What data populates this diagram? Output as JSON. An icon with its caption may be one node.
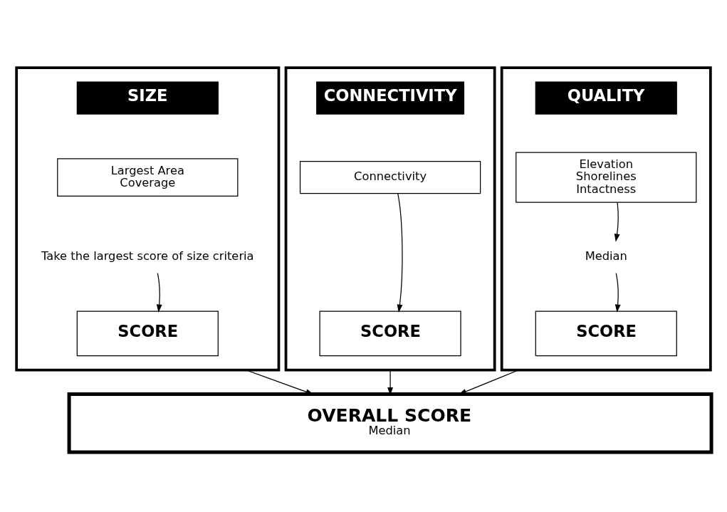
{
  "diagram": {
    "nodes": [
      {
        "text": [],
        "shape": "box"
      },
      {
        "text": [
          "SIZE"
        ],
        "in": 0
      },
      {
        "text": [
          "Largest Area",
          "Coverage"
        ],
        "in": 0
      },
      {
        "text": [
          "Take the largest score of size criteria"
        ],
        "in": 0
      },
      {
        "text": [
          "SCORE"
        ],
        "in": 0
      },
      {
        "text": [],
        "shape": "box"
      },
      {
        "text": [
          "CONNECTIVITY"
        ],
        "in": 5
      },
      {
        "text": [
          "Connectivity"
        ],
        "in": 5
      },
      {
        "text": [
          "SCORE"
        ],
        "in": 5
      },
      {
        "text": [],
        "shape": "box"
      },
      {
        "text": [
          "QUALITY"
        ],
        "in": 9
      },
      {
        "text": [
          "Elevation",
          "Shorelines",
          "Intactness"
        ],
        "in": 9
      },
      {
        "text": [
          "Median"
        ],
        "in": 9
      },
      {
        "text": [
          "SCORE"
        ],
        "in": 9
      },
      {
        "text": [
          "OVERALL SCORE",
          "Median"
        ]
      }
    ],
    "edges": [
      {
        "from": 3,
        "to": 4,
        "arrow": "to"
      },
      {
        "from": 7,
        "to": 8,
        "arrow": "to"
      },
      {
        "from": 11,
        "to": 12,
        "arrow": "to"
      },
      {
        "from": 12,
        "to": 13,
        "arrow": "to"
      },
      {
        "from": 0,
        "to": 14,
        "arrow": "to"
      },
      {
        "from": 5,
        "to": 14,
        "arrow": "to"
      },
      {
        "from": 9,
        "to": 14,
        "arrow": "to"
      }
    ]
  }
}
